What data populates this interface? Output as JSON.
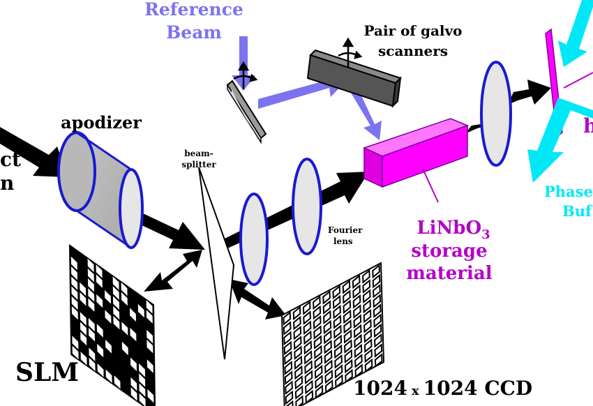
{
  "labels": {
    "reference_beam_line1": "Reference",
    "reference_beam_line2": "Beam",
    "galvo_line1": "Pair of galvo",
    "galvo_line2": "scanners",
    "apodizer": "apodizer",
    "object_beam_line1": "ct",
    "object_beam_line2": "n",
    "beamsplitter_line1": "beam-",
    "beamsplitter_line2": "splitter",
    "fourier_line1": "Fourier",
    "fourier_line2": "lens",
    "material_line1": "LiNbO",
    "material_subscript": "3",
    "material_line2": "storage",
    "material_line3": "material",
    "right_h": "h",
    "phase_line1": "Phase",
    "phase_line2": "Buf",
    "slm": "SLM",
    "ccd_part1": "1024",
    "ccd_x": "x",
    "ccd_part2": "1024 CCD"
  },
  "colors": {
    "reference_beam": "#7b73f0",
    "phase_beam": "#00e8f5",
    "storage": "#ff00ff",
    "material_text": "#b400c8",
    "lens_edge": "#1a1ad0",
    "lens_fill": "#e6e6e6",
    "black": "#000000"
  }
}
